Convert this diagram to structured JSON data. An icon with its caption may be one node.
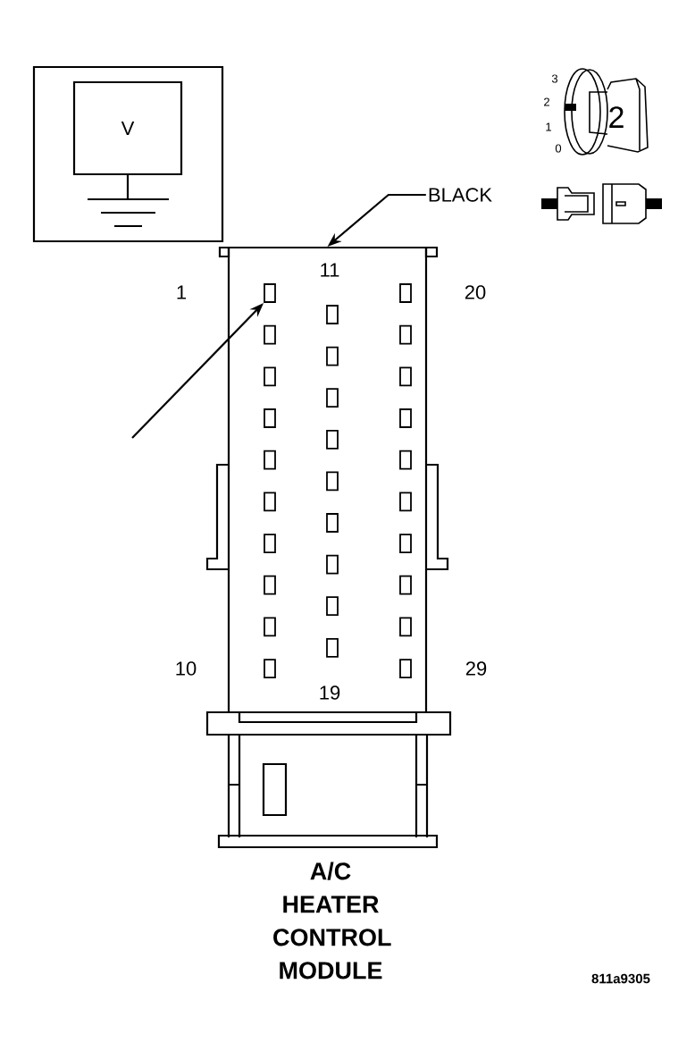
{
  "diagram": {
    "caption": "A/C HEATER CONTROL MODULE",
    "nodes": [
      {
        "text": [
          "V"
        ]
      },
      {
        "text": [
          "BLACK"
        ]
      },
      {
        "text": [],
        "shape": "box"
      },
      {
        "text": [],
        "shape": "box",
        "in": 2
      },
      {
        "text": [],
        "shape": "box",
        "in": 2
      },
      {
        "text": [],
        "shape": "box",
        "in": 2
      },
      {
        "text": [],
        "shape": "box",
        "in": 2
      },
      {
        "text": [],
        "shape": "box",
        "in": 2
      },
      {
        "text": [],
        "shape": "box",
        "in": 2
      },
      {
        "text": [],
        "shape": "box",
        "in": 2
      },
      {
        "text": [],
        "shape": "box",
        "in": 2
      },
      {
        "text": [],
        "shape": "box",
        "in": 2
      },
      {
        "text": [],
        "shape": "box",
        "in": 2
      },
      {
        "text": [],
        "shape": "box",
        "in": 2
      },
      {
        "text": [],
        "shape": "box",
        "in": 2
      },
      {
        "text": [],
        "shape": "box",
        "in": 2
      },
      {
        "text": [],
        "shape": "box",
        "in": 2
      },
      {
        "text": [],
        "shape": "box",
        "in": 2
      },
      {
        "text": [],
        "shape": "box",
        "in": 2
      },
      {
        "text": [],
        "shape": "box",
        "in": 2
      },
      {
        "text": [],
        "shape": "box",
        "in": 2
      },
      {
        "text": [],
        "shape": "box",
        "in": 2
      },
      {
        "text": [],
        "shape": "box",
        "in": 2
      },
      {
        "text": [],
        "shape": "box",
        "in": 2
      },
      {
        "text": [],
        "shape": "box",
        "in": 2
      },
      {
        "text": [],
        "shape": "box",
        "in": 2
      },
      {
        "text": [],
        "shape": "box",
        "in": 2
      },
      {
        "text": [],
        "shape": "box",
        "in": 2
      },
      {
        "text": [],
        "shape": "box",
        "in": 2
      },
      {
        "text": [],
        "shape": "box",
        "in": 2
      },
      {
        "text": [],
        "shape": "box",
        "in": 2
      },
      {
        "text": [],
        "shape": "box",
        "in": 2
      }
    ],
    "edges": [
      {
        "from": 1,
        "to": 2,
        "arrow": "to"
      },
      {
        "from": null,
        "to": 3,
        "arrow": "to"
      }
    ],
    "labels": [
      "3",
      "2",
      "2",
      "1",
      "0",
      "11",
      "1",
      "20",
      "10",
      "19",
      "29",
      "811a9305"
    ]
  }
}
